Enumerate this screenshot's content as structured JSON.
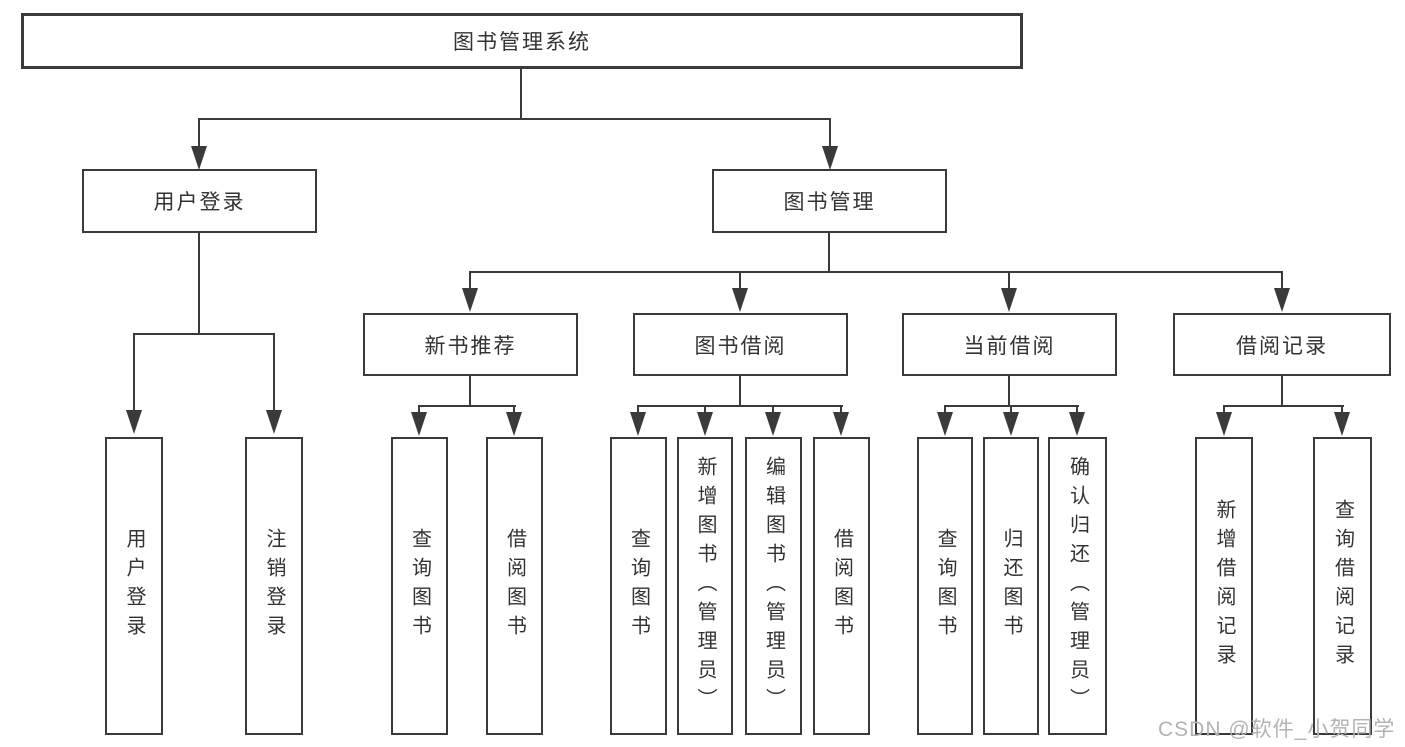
{
  "colors": {
    "line": "#3a3a3a",
    "text": "#333333",
    "background": "#ffffff",
    "watermark": "#b3b3b3"
  },
  "tree": {
    "label": "图书管理系统",
    "children": [
      {
        "label": "用户登录",
        "children": [
          {
            "label": "用户登录"
          },
          {
            "label": "注销登录"
          }
        ]
      },
      {
        "label": "图书管理",
        "children": [
          {
            "label": "新书推荐",
            "children": [
              {
                "label": "查询图书"
              },
              {
                "label": "借阅图书"
              }
            ]
          },
          {
            "label": "图书借阅",
            "children": [
              {
                "label": "查询图书"
              },
              {
                "label": "新增图书（管理员）"
              },
              {
                "label": "编辑图书（管理员）"
              },
              {
                "label": "借阅图书"
              }
            ]
          },
          {
            "label": "当前借阅",
            "children": [
              {
                "label": "查询图书"
              },
              {
                "label": "归还图书"
              },
              {
                "label": "确认归还（管理员）"
              }
            ]
          },
          {
            "label": "借阅记录",
            "children": [
              {
                "label": "新增借阅记录"
              },
              {
                "label": "查询借阅记录"
              }
            ]
          }
        ]
      }
    ]
  },
  "watermark": {
    "text": "CSDN @软件_小贺同学"
  }
}
